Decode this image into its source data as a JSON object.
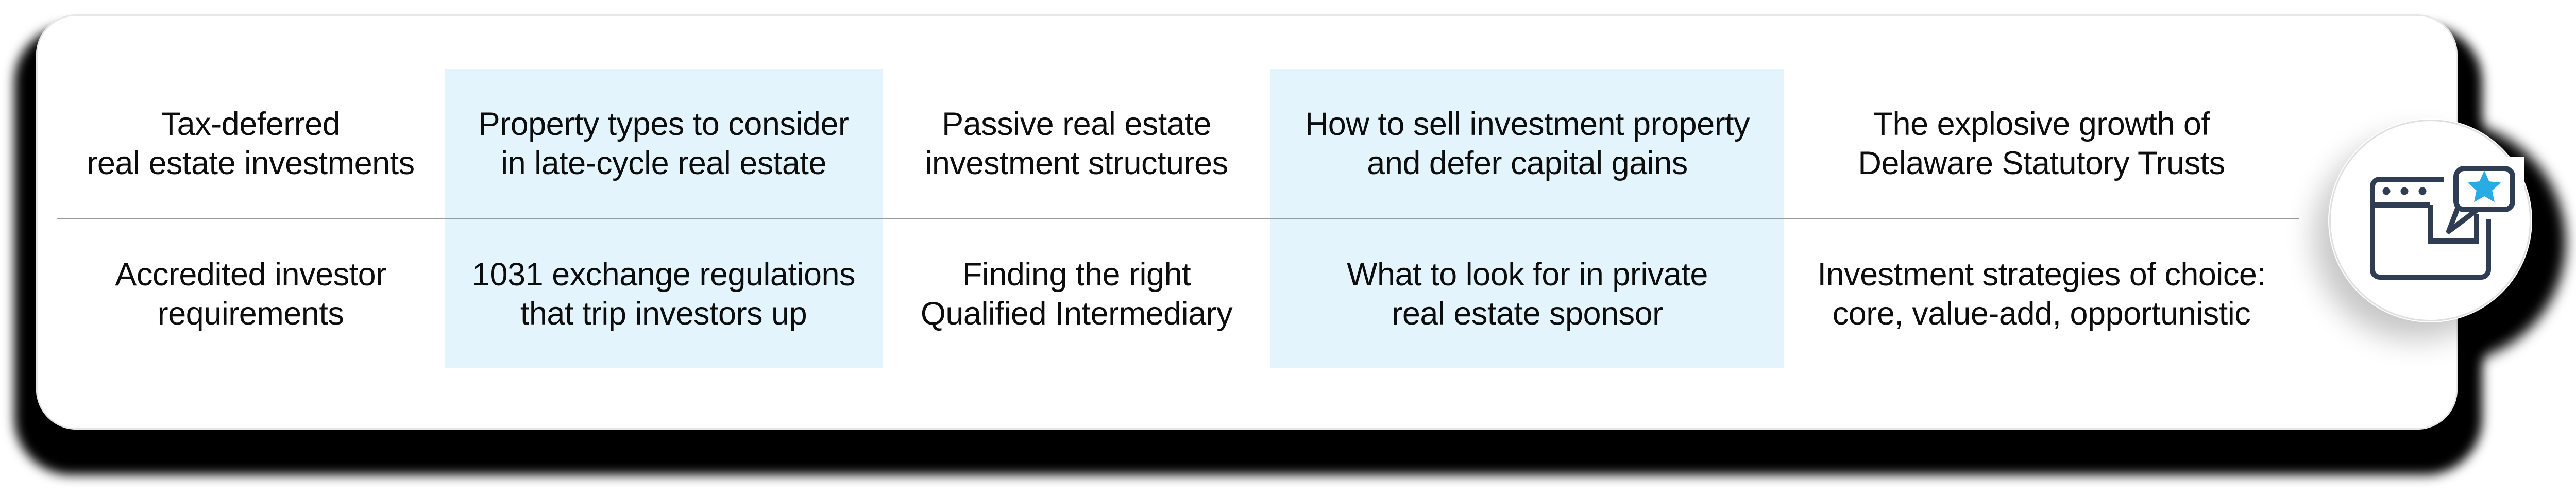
{
  "grid": {
    "row1": [
      {
        "line1": "Tax-deferred",
        "line2": "real estate investments"
      },
      {
        "line1": "Property types to consider",
        "line2": "in late-cycle real estate"
      },
      {
        "line1": "Passive real estate",
        "line2": "investment structures"
      },
      {
        "line1": "How to sell investment property",
        "line2": "and defer capital gains"
      },
      {
        "line1": "The explosive growth of",
        "line2": "Delaware Statutory Trusts"
      }
    ],
    "row2": [
      {
        "line1": "Accredited investor",
        "line2": "requirements"
      },
      {
        "line1": "1031 exchange regulations",
        "line2": "that trip investors up"
      },
      {
        "line1": "Finding the right",
        "line2": "Qualified Intermediary"
      },
      {
        "line1": "What to look for in private",
        "line2": "real estate sponsor"
      },
      {
        "line1": "Investment strategies of choice:",
        "line2": "core, value-add, opportunistic"
      }
    ],
    "highlighted_columns": [
      2,
      4
    ]
  },
  "badge": {
    "icon": "browser-window-with-review-bubble-icon"
  },
  "colors": {
    "card_bg": "#ffffff",
    "highlight": "#e4f4fc",
    "divider": "#9a9a9a",
    "text": "#0d0d0d",
    "icon_navy": "#2e3d53",
    "icon_star": "#29ace4",
    "shadow": "#000000"
  }
}
